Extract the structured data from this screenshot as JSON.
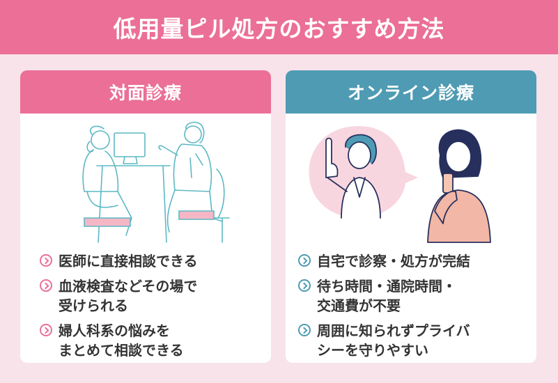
{
  "banner": {
    "title": "低用量ピル処方のおすすめ方法"
  },
  "colors": {
    "pink": "#eb6f97",
    "teal": "#4e9bb3",
    "background": "#f8e3ea"
  },
  "cards": [
    {
      "header": "対面診療",
      "illustration": "doctor-patient-consultation-illustration",
      "items": [
        {
          "icon": "chevron-right-circle-icon",
          "text": "医師に直接相談できる"
        },
        {
          "icon": "chevron-right-circle-icon",
          "text": "血液検査などその場で\n受けられる"
        },
        {
          "icon": "chevron-right-circle-icon",
          "text": "婦人科系の悩みを\nまとめて相談できる"
        }
      ]
    },
    {
      "header": "オンライン診療",
      "illustration": "online-video-consultation-illustration",
      "items": [
        {
          "icon": "chevron-right-circle-icon",
          "text": "自宅で診察・処方が完結"
        },
        {
          "icon": "chevron-right-circle-icon",
          "text": "待ち時間・通院時間・\n交通費が不要"
        },
        {
          "icon": "chevron-right-circle-icon",
          "text": "周囲に知られずプライバ\nシーを守りやすい"
        }
      ]
    }
  ]
}
